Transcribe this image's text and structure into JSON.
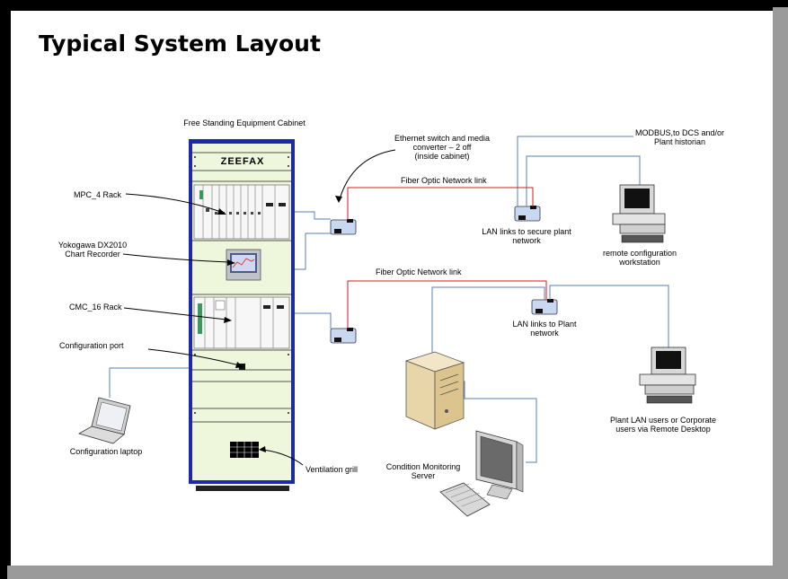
{
  "title": "Typical System Layout",
  "labels": {
    "cabinet": "Free Standing Equipment Cabinet",
    "zeefax": "ZEEFAX",
    "mpc_rack": "MPC_4 Rack",
    "yokogawa_1": "Yokogawa DX2010",
    "yokogawa_2": "Chart Recorder",
    "cmc_rack": "CMC_16 Rack",
    "config_port": "Configuration port",
    "config_laptop": "Configuration laptop",
    "ventilation": "Ventilation grill",
    "switch_1": "Ethernet switch and media",
    "switch_2": "converter – 2 off",
    "switch_3": "(inside cabinet)",
    "fiber_1": "Fiber Optic Network link",
    "fiber_2": "Fiber Optic Network link",
    "modbus_1": "MODBUS,to DCS and/or",
    "modbus_2": "Plant historian",
    "lan_secure_1": "LAN links to secure plant",
    "lan_secure_2": "network",
    "remote_ws_1": "remote configuration",
    "remote_ws_2": "workstation",
    "lan_plant_1": "LAN links to Plant",
    "lan_plant_2": "network",
    "plant_users_1": "Plant LAN users or Corporate",
    "plant_users_2": "users via Remote Desktop",
    "cms_1": "Condition Monitoring",
    "cms_2": "Server"
  },
  "colors": {
    "cabinet_frame": "#1c2aa8",
    "cabinet_fill": "#eef6dc",
    "fiber": "#d8181e",
    "lan": "#5a7fb0"
  }
}
